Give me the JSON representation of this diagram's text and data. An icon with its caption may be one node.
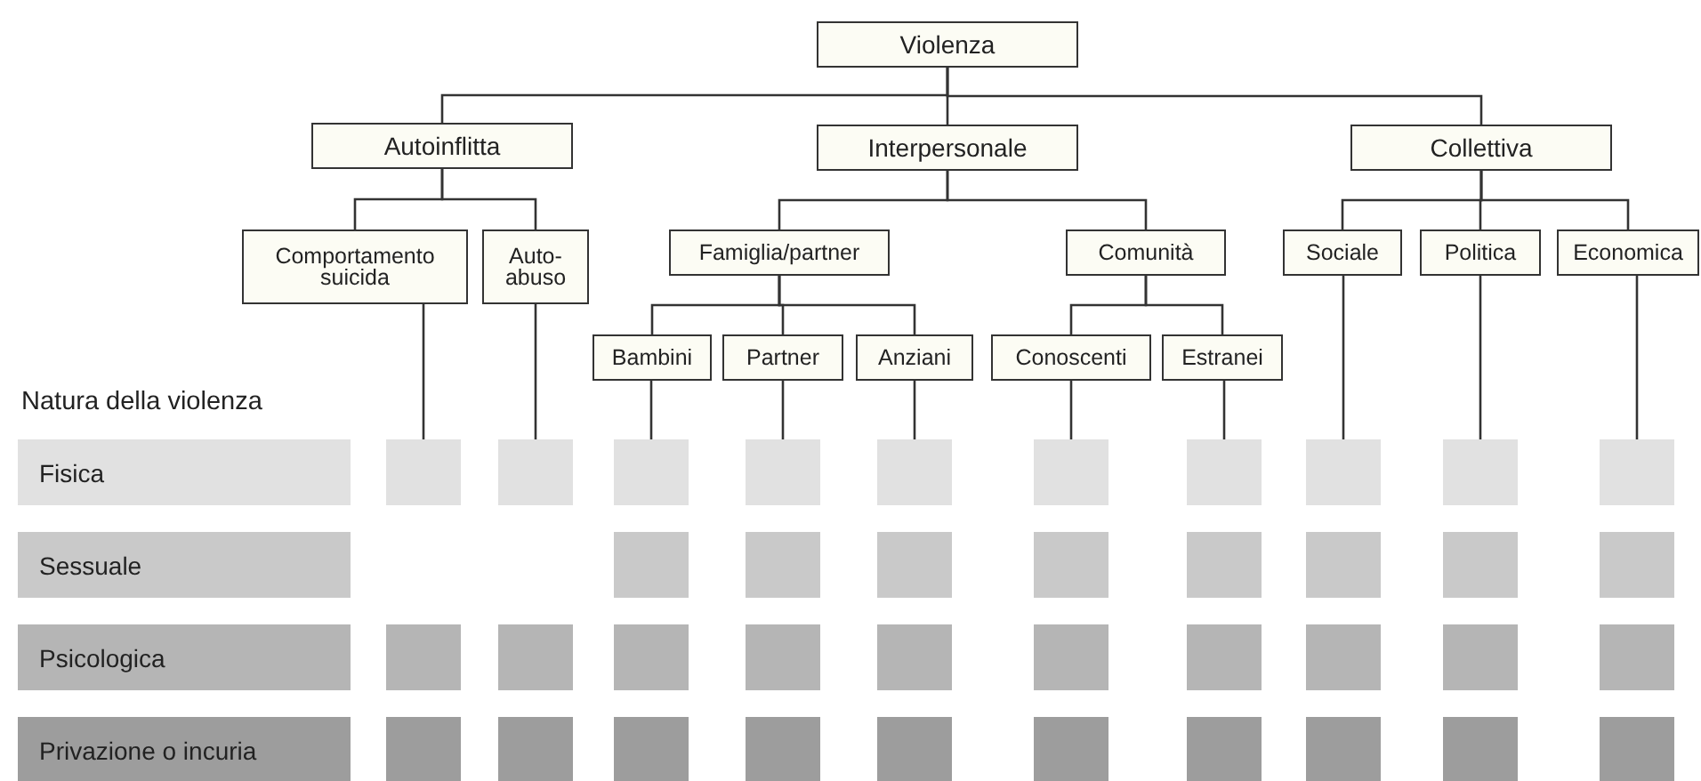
{
  "diagram": {
    "nodes": [
      {
        "text": [
          "Violenza"
        ]
      },
      {
        "text": [
          "Autoinflitta"
        ]
      },
      {
        "text": [
          "Interpersonale"
        ]
      },
      {
        "text": [
          "Collettiva"
        ]
      },
      {
        "text": [
          "Comportamento suicida"
        ]
      },
      {
        "text": [
          "Auto- abuso"
        ]
      },
      {
        "text": [
          "Famiglia/partner"
        ]
      },
      {
        "text": [
          "Comunità"
        ]
      },
      {
        "text": [
          "Sociale"
        ]
      },
      {
        "text": [
          "Politica"
        ]
      },
      {
        "text": [
          "Economica"
        ]
      },
      {
        "text": [
          "Bambini"
        ]
      },
      {
        "text": [
          "Partner"
        ]
      },
      {
        "text": [
          "Anziani"
        ]
      },
      {
        "text": [
          "Conoscenti"
        ]
      },
      {
        "text": [
          "Estranei"
        ]
      },
      {
        "text": [
          "Fisica"
        ]
      },
      {
        "text": [
          "Sessuale"
        ]
      },
      {
        "text": [
          "Psicologica"
        ]
      },
      {
        "text": [
          "Privazione o incuria"
        ]
      },
      {
        "text": [],
        "shape": "box"
      },
      {
        "text": [],
        "shape": "box"
      },
      {
        "text": [],
        "shape": "box"
      },
      {
        "text": [],
        "shape": "box"
      },
      {
        "text": [],
        "shape": "box"
      },
      {
        "text": [],
        "shape": "box"
      },
      {
        "text": [],
        "shape": "box"
      },
      {
        "text": [],
        "shape": "box"
      },
      {
        "text": [],
        "shape": "box"
      },
      {
        "text": [],
        "shape": "box"
      },
      {
        "text": [],
        "shape": "box"
      },
      {
        "text": [],
        "shape": "box"
      },
      {
        "text": [],
        "shape": "box"
      },
      {
        "text": [],
        "shape": "box"
      },
      {
        "text": [],
        "shape": "box"
      },
      {
        "text": [],
        "shape": "box"
      },
      {
        "text": [],
        "shape": "box"
      },
      {
        "text": [],
        "shape": "box"
      },
      {
        "text": [],
        "shape": "box"
      },
      {
        "text": [],
        "shape": "box"
      },
      {
        "text": [],
        "shape": "box"
      },
      {
        "text": [],
        "shape": "box"
      },
      {
        "text": [],
        "shape": "box"
      },
      {
        "text": [],
        "shape": "box"
      },
      {
        "text": [],
        "shape": "box"
      },
      {
        "text": [],
        "shape": "box"
      },
      {
        "text": [],
        "shape": "box"
      },
      {
        "text": [],
        "shape": "box"
      },
      {
        "text": [],
        "shape": "box"
      },
      {
        "text": [],
        "shape": "box"
      },
      {
        "text": [],
        "shape": "box"
      },
      {
        "text": [],
        "shape": "box"
      },
      {
        "text": [],
        "shape": "box"
      },
      {
        "text": [],
        "shape": "box"
      },
      {
        "text": [],
        "shape": "box"
      },
      {
        "text": [],
        "shape": "box"
      },
      {
        "text": [],
        "shape": "box"
      },
      {
        "text": [],
        "shape": "box"
      }
    ],
    "edges": [
      {
        "from": 0,
        "to": 1,
        "arrow": "none"
      },
      {
        "from": 0,
        "to": 2,
        "arrow": "none"
      },
      {
        "from": 0,
        "to": 3,
        "arrow": "none"
      },
      {
        "from": 1,
        "to": 4,
        "arrow": "none"
      },
      {
        "from": 1,
        "to": 5,
        "arrow": "none"
      },
      {
        "from": 2,
        "to": 6,
        "arrow": "none"
      },
      {
        "from": 2,
        "to": 7,
        "arrow": "none"
      },
      {
        "from": 3,
        "to": 8,
        "arrow": "none"
      },
      {
        "from": 3,
        "to": 9,
        "arrow": "none"
      },
      {
        "from": 3,
        "to": 10,
        "arrow": "none"
      },
      {
        "from": 6,
        "to": 11,
        "arrow": "none"
      },
      {
        "from": 6,
        "to": 12,
        "arrow": "none"
      },
      {
        "from": 6,
        "to": 13,
        "arrow": "none"
      },
      {
        "from": 7,
        "to": 14,
        "arrow": "none"
      },
      {
        "from": 7,
        "to": 15,
        "arrow": "none"
      },
      {
        "from": 4,
        "to": 20,
        "arrow": "none"
      },
      {
        "from": 5,
        "to": 21,
        "arrow": "none"
      },
      {
        "from": 11,
        "to": 22,
        "arrow": "none"
      },
      {
        "from": 12,
        "to": 23,
        "arrow": "none"
      },
      {
        "from": 13,
        "to": 24,
        "arrow": "none"
      },
      {
        "from": 14,
        "to": 25,
        "arrow": "none"
      },
      {
        "from": 15,
        "to": 26,
        "arrow": "none"
      },
      {
        "from": 8,
        "to": 27,
        "arrow": "none"
      },
      {
        "from": 9,
        "to": 28,
        "arrow": "none"
      },
      {
        "from": 10,
        "to": 29,
        "arrow": "none"
      }
    ],
    "labels": [
      "Natura della violenza"
    ]
  }
}
